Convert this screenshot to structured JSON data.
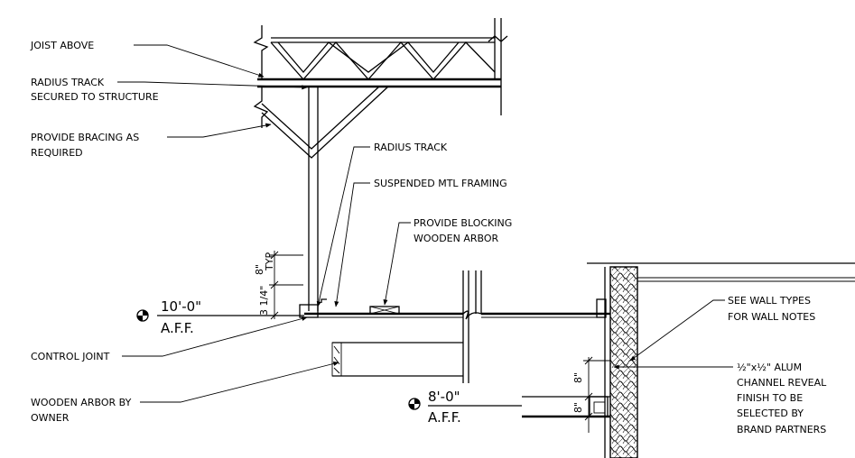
{
  "labels": {
    "joist_above": "JOIST ABOVE",
    "radius_track_secured_1": "RADIUS TRACK",
    "radius_track_secured_2": "SECURED TO STRUCTURE",
    "bracing_1": "PROVIDE BRACING AS",
    "bracing_2": "REQUIRED",
    "radius_track": "RADIUS TRACK",
    "suspended_framing": "SUSPENDED MTL FRAMING",
    "blocking_1": "PROVIDE BLOCKING",
    "blocking_2": "WOODEN ARBOR",
    "control_joint": "CONTROL JOINT",
    "arbor_owner_1": "WOODEN ARBOR BY",
    "arbor_owner_2": "OWNER",
    "wall_types_1": "SEE WALL TYPES",
    "wall_types_2": "FOR WALL NOTES",
    "alum_1": "½\"x½\" ALUM",
    "alum_2": "CHANNEL REVEAL",
    "alum_3": "FINISH TO BE",
    "alum_4": "SELECTED BY",
    "alum_5": "BRAND PARTNERS"
  },
  "elevations": {
    "upper_value": "10'-0\"",
    "upper_ref": "A.F.F.",
    "lower_value": "8'-0\"",
    "lower_ref": "A.F.F."
  },
  "dimensions": {
    "upper_8": "8\"",
    "upper_typ": "TYP",
    "upper_quarter": "3 1/4\"",
    "lower_8a": "8\"",
    "lower_8b": "8\""
  }
}
